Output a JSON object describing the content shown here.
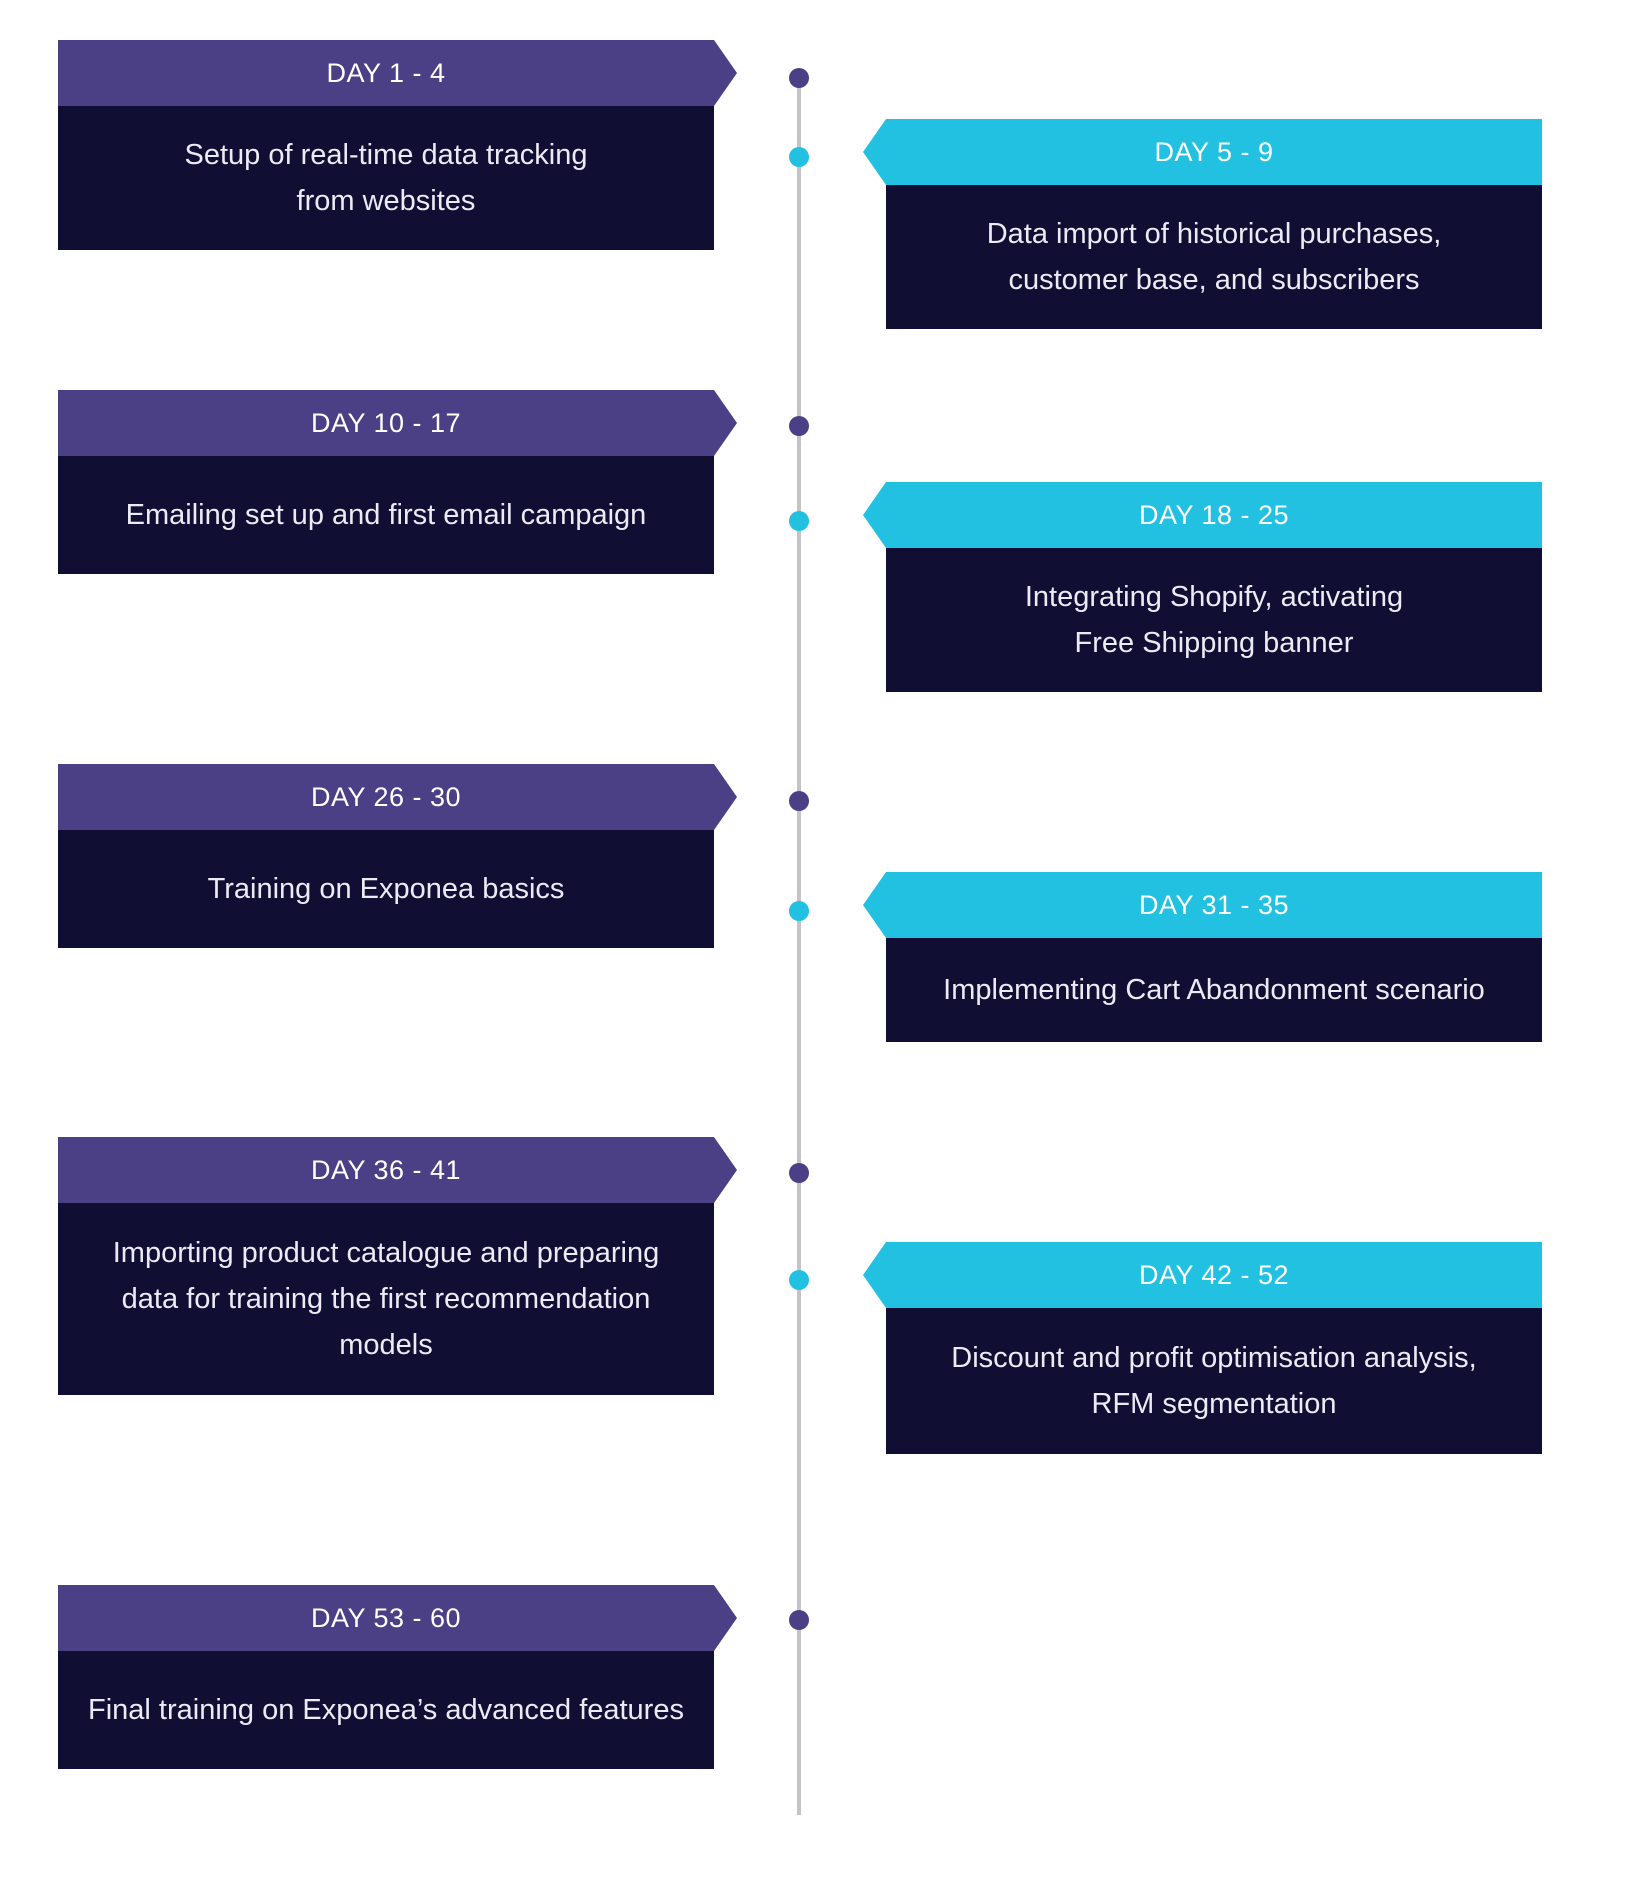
{
  "colors": {
    "left_header": "#4b3f86",
    "right_header": "#22c1e1",
    "body": "#110e33",
    "axis": "#c4c4c8",
    "dot_left": "#4b3f86",
    "dot_right": "#22c1e1"
  },
  "milestones": [
    {
      "day": "DAY 1 - 4",
      "text": "Setup of real-time data tracking from websites",
      "side": "left"
    },
    {
      "day": "DAY 5 - 9",
      "text": "Data import of historical purchases, customer base, and subscribers",
      "side": "right"
    },
    {
      "day": "DAY 10 - 17",
      "text": "Emailing set up and first email campaign",
      "side": "left"
    },
    {
      "day": "DAY 18 - 25",
      "text": "Integrating Shopify, activating Free Shipping banner",
      "side": "right"
    },
    {
      "day": "DAY 26 - 30",
      "text": "Training on Exponea basics",
      "side": "left"
    },
    {
      "day": "DAY 31 - 35",
      "text": "Implementing Cart Abandonment scenario",
      "side": "right"
    },
    {
      "day": "DAY 36 - 41",
      "text": "Importing product catalogue and preparing data for training the first recommendation models",
      "side": "left"
    },
    {
      "day": "DAY 42 - 52",
      "text": "Discount and profit optimisation analysis, RFM segmentation",
      "side": "right"
    },
    {
      "day": "DAY 53 - 60",
      "text": "Final training on Exponea’s advanced features",
      "side": "left"
    }
  ]
}
